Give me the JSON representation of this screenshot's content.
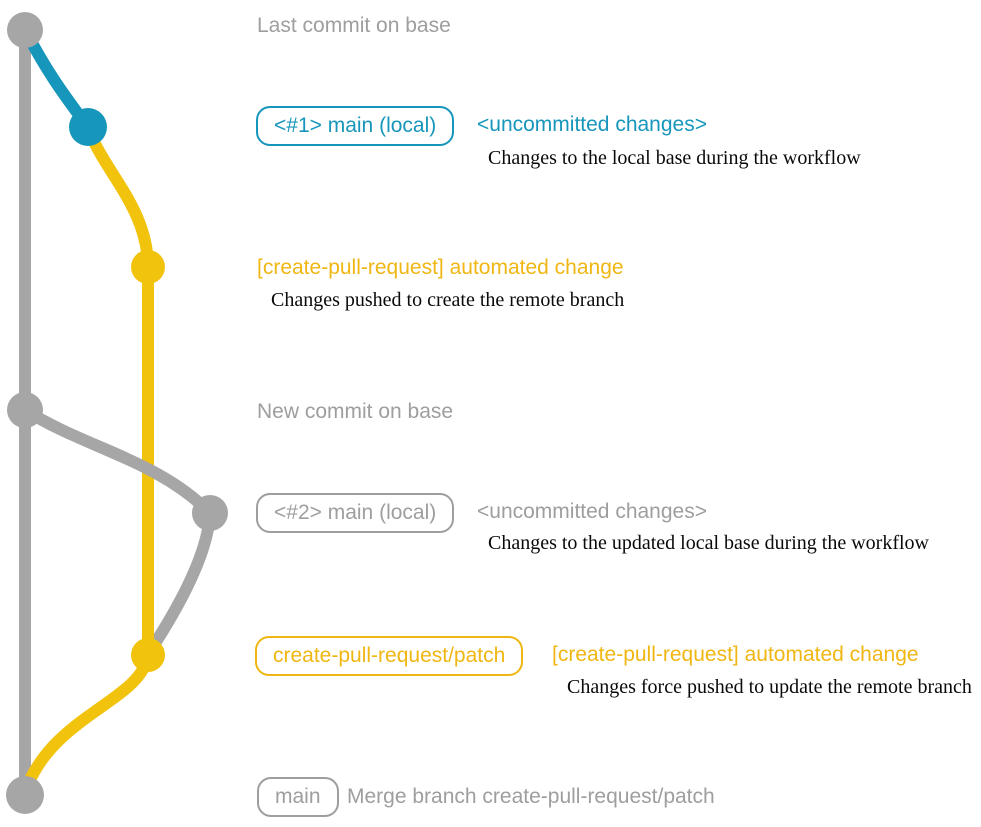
{
  "colors": {
    "gray": "#A6A6A6",
    "grayText": "#9E9E9E",
    "blue": "#1796BB",
    "blueText": "#1796BB",
    "yellow": "#F2C30D",
    "yellowText": "#F0B612",
    "noteText": "#0A0A0A",
    "background": "#FFFFFF"
  },
  "annotations": {
    "lastCommit": {
      "text": "Last commit on base"
    },
    "mainLocal1": {
      "badge": "<#1> main (local)",
      "status": "<uncommitted changes>",
      "note": "Changes to the local base during the workflow"
    },
    "automatedChange1": {
      "title": "[create-pull-request] automated change",
      "note": "Changes pushed to create the remote branch"
    },
    "newCommit": {
      "text": "New commit on base"
    },
    "mainLocal2": {
      "badge": "<#2> main (local)",
      "status": "<uncommitted changes>",
      "note": "Changes to the updated local base during the workflow"
    },
    "automatedChange2": {
      "badge": "create-pull-request/patch",
      "title": "[create-pull-request] automated change",
      "note": "Changes force pushed to update the remote branch"
    },
    "merge": {
      "badge": "main",
      "text": "Merge branch create-pull-request/patch"
    }
  }
}
